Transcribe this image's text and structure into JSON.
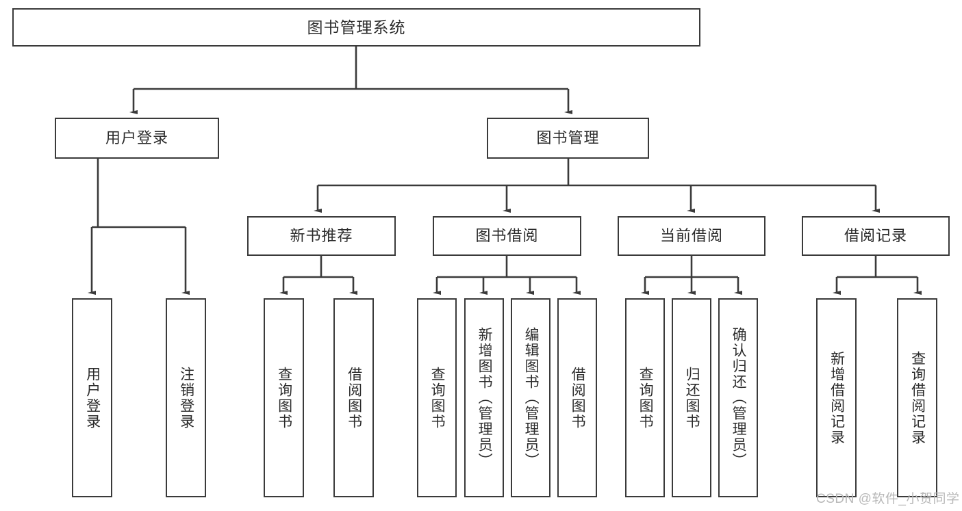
{
  "diagram": {
    "title": "图书管理系统",
    "type": "tree-hierarchy-chart",
    "orientation": "top-down",
    "colors": {
      "box_border": "#3a3a3a",
      "box_fill": "#ffffff",
      "connector": "#3a3a3a",
      "text": "#2b2b2b",
      "watermark": "#b8b8b8",
      "background": "#ffffff"
    }
  },
  "root": {
    "label": "图书管理系统"
  },
  "level2": [
    {
      "label": "用户登录"
    },
    {
      "label": "图书管理"
    }
  ],
  "level3": [
    {
      "label": "新书推荐"
    },
    {
      "label": "图书借阅"
    },
    {
      "label": "当前借阅"
    },
    {
      "label": "借阅记录"
    }
  ],
  "leaves": {
    "user_login": [
      {
        "label": "用户登录"
      },
      {
        "label": "注销登录"
      }
    ],
    "new_book_recommend": [
      {
        "label": "查询图书"
      },
      {
        "label": "借阅图书"
      }
    ],
    "book_borrow": [
      {
        "label": "查询图书"
      },
      {
        "label": "新增图书（管理员）"
      },
      {
        "label": "编辑图书（管理员）"
      },
      {
        "label": "借阅图书"
      }
    ],
    "current_borrow": [
      {
        "label": "查询图书"
      },
      {
        "label": "归还图书"
      },
      {
        "label": "确认归还（管理员）"
      }
    ],
    "borrow_record": [
      {
        "label": "新增借阅记录"
      },
      {
        "label": "查询借阅记录"
      }
    ]
  },
  "watermark": {
    "text": "CSDN @软件_小贺同学"
  }
}
